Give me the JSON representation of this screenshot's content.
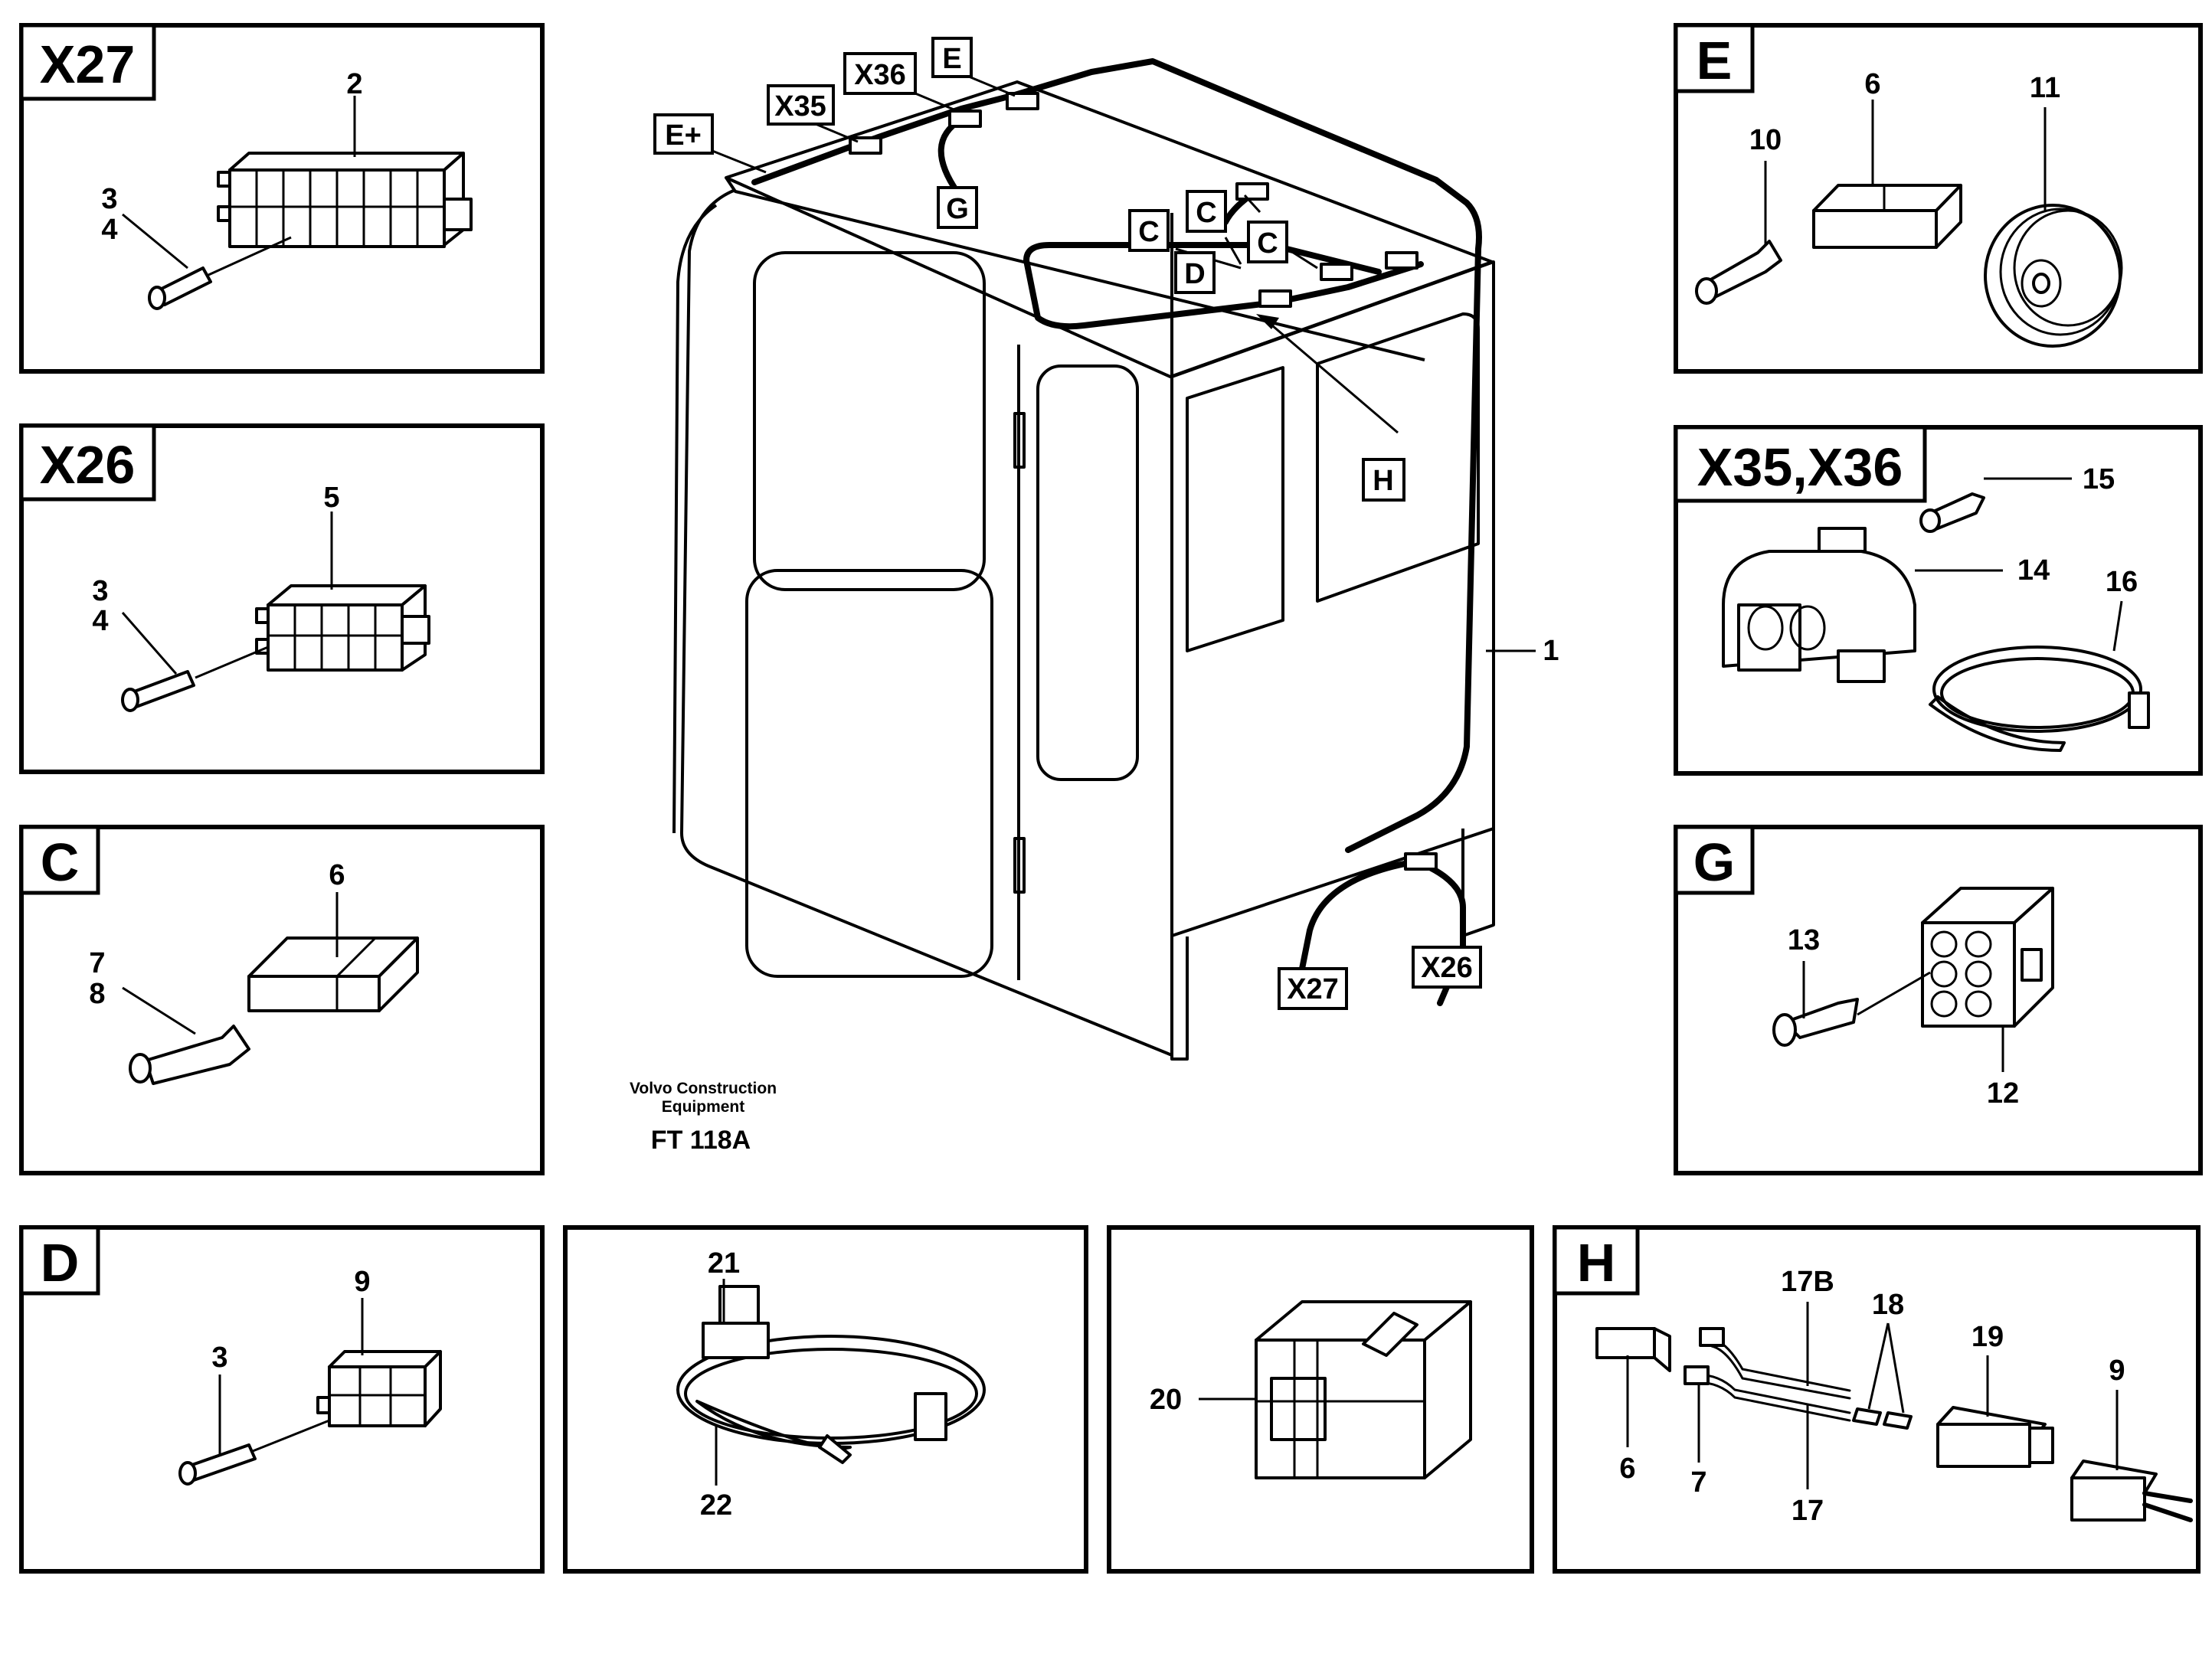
{
  "panels": {
    "x27": {
      "tag": "X27",
      "labels": [
        "2",
        "3",
        "4"
      ]
    },
    "x26": {
      "tag": "X26",
      "labels": [
        "5",
        "3",
        "4"
      ]
    },
    "c": {
      "tag": "C",
      "labels": [
        "6",
        "7",
        "8"
      ]
    },
    "d": {
      "tag": "D",
      "labels": [
        "9",
        "3"
      ]
    },
    "e": {
      "tag": "E",
      "labels": [
        "10",
        "6",
        "11"
      ]
    },
    "x35x36": {
      "tag": "X35,X36",
      "labels": [
        "15",
        "14",
        "16"
      ]
    },
    "g": {
      "tag": "G",
      "labels": [
        "13",
        "12"
      ]
    },
    "ties": {
      "labels": [
        "21",
        "22"
      ]
    },
    "connector": {
      "labels": [
        "20"
      ]
    },
    "h": {
      "tag": "H",
      "labels": [
        "17B",
        "18",
        "19",
        "9",
        "6",
        "7",
        "17"
      ]
    }
  },
  "main": {
    "callouts": [
      "E+",
      "X35",
      "X36",
      "E",
      "G",
      "C",
      "C",
      "C",
      "D",
      "H",
      "X27",
      "X26"
    ],
    "part_label": "1",
    "caption_line1": "Volvo Construction",
    "caption_line2": "Equipment",
    "figure_code": "FT 118A"
  }
}
